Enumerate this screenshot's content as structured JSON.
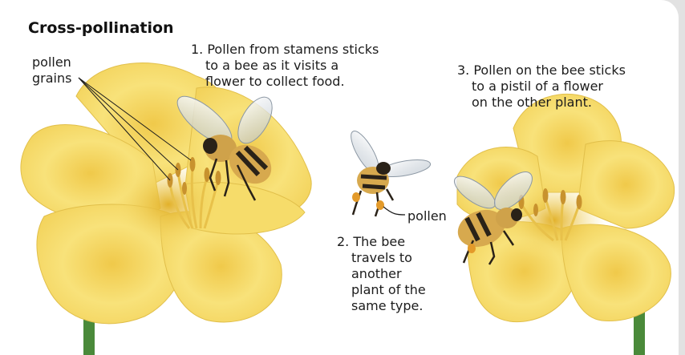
{
  "title": "Cross-pollination",
  "labels": {
    "pollen_grains": [
      "pollen",
      "grains"
    ],
    "pollen": "pollen"
  },
  "steps": [
    {
      "number": "1.",
      "lines": [
        "1. Pollen from stamens sticks",
        "to a bee as it visits a",
        "flower to collect food."
      ]
    },
    {
      "number": "2.",
      "lines": [
        "2. The bee",
        "travels to",
        "another",
        "plant of the",
        "same type."
      ]
    },
    {
      "number": "3.",
      "lines": [
        "3. Pollen on the bee sticks",
        "to a pistil of a flower",
        "on the other plant."
      ]
    }
  ],
  "colors": {
    "background": "#e2e2e2",
    "card": "#ffffff",
    "petal": "#f8e27a",
    "petal_shadow": "#e8c64a",
    "stem": "#4a8a3a",
    "anther": "#c8922e",
    "bee_stripe": "#2a2218",
    "bee_fur": "#d7a94e"
  },
  "icons": [
    "flower-left-illustration",
    "flower-right-illustration",
    "bee-on-left-flower",
    "flying-bee",
    "bee-on-right-flower"
  ]
}
